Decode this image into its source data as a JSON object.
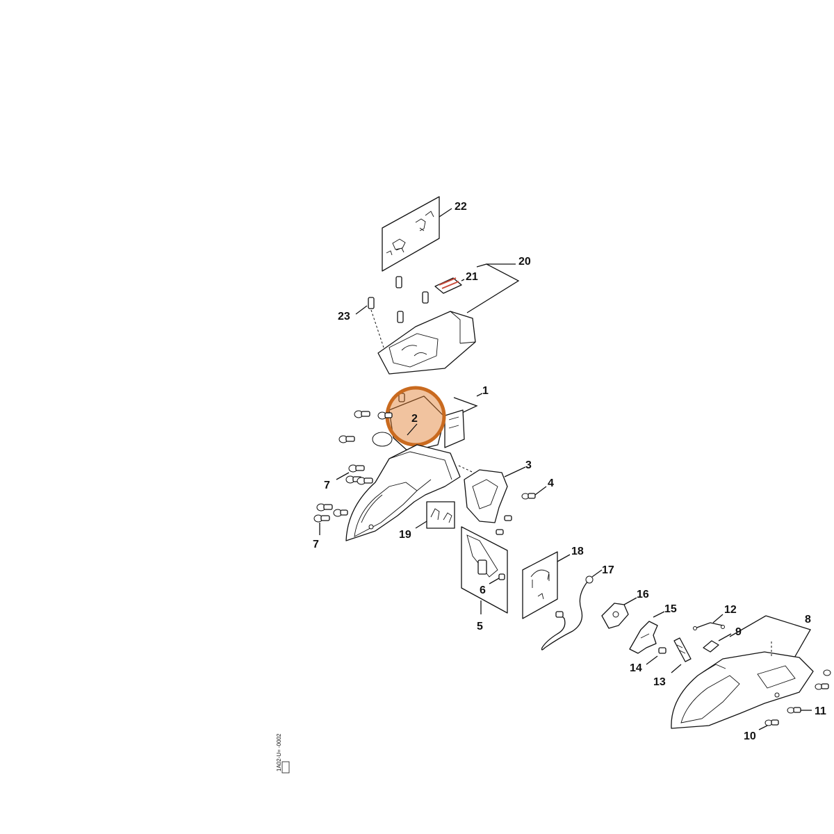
{
  "labels": {
    "l1": "1",
    "l2": "2",
    "l3": "3",
    "l4": "4",
    "l5": "5",
    "l6": "6",
    "l7a": "7",
    "l7b": "7",
    "l8": "8",
    "l9": "9",
    "l10": "10",
    "l11": "11",
    "l12": "12",
    "l13": "13",
    "l14": "14",
    "l15": "15",
    "l16": "16",
    "l17": "17",
    "l18": "18",
    "l19": "19",
    "l20": "20",
    "l21": "21",
    "l22": "22",
    "l23": "23"
  },
  "drawing_code": "1A02-U= -0002",
  "highlight": {
    "part": "2",
    "color": "#e07b2a"
  }
}
